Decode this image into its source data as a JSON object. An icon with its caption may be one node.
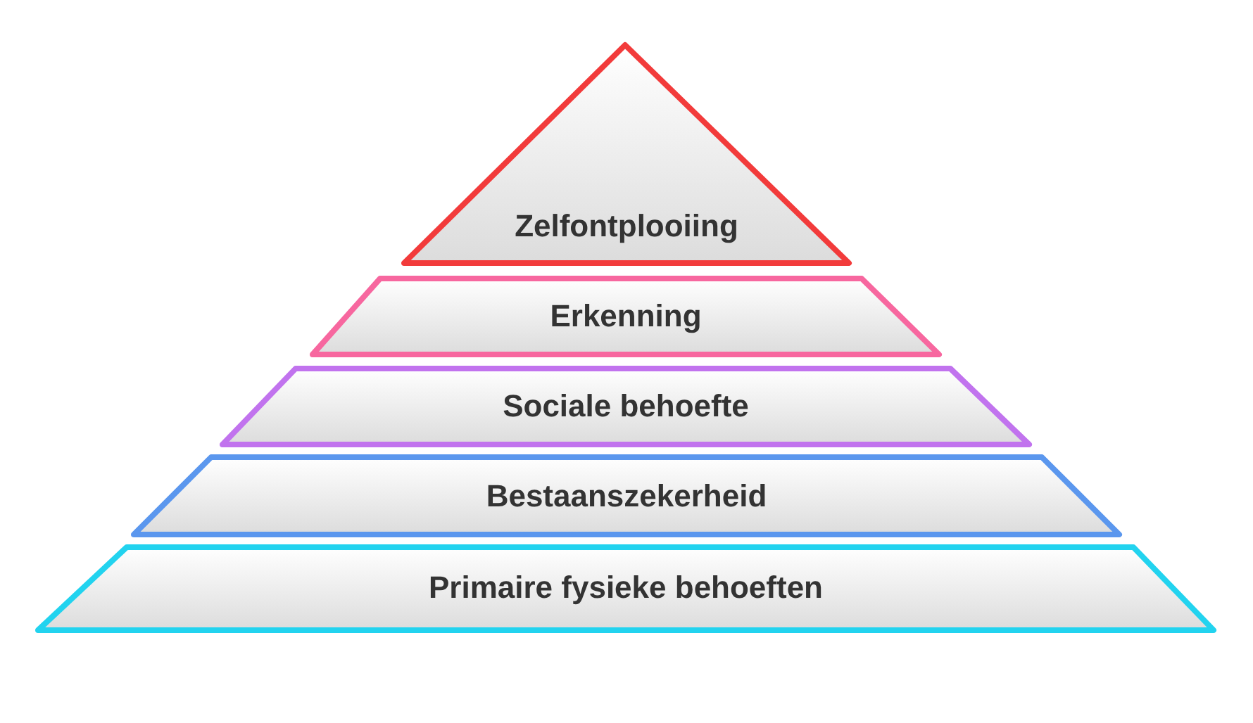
{
  "diagram": {
    "nodes": [
      {
        "text": [
          "Zelfontplooiing"
        ]
      },
      {
        "text": [
          "Erkenning"
        ]
      },
      {
        "text": [
          "Sociale behoefte"
        ]
      },
      {
        "text": [
          "Bestaanszekerheid"
        ]
      },
      {
        "text": [
          "Primaire fysieke behoeften"
        ]
      }
    ]
  }
}
